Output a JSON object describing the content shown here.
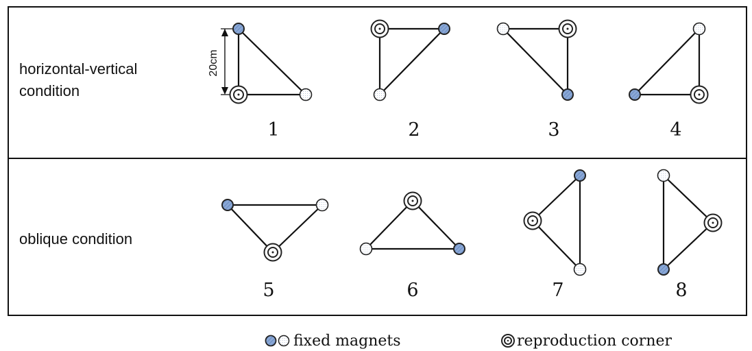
{
  "conditions": [
    {
      "label_lines": [
        "horizontal-vertical",
        "condition"
      ],
      "examples": [
        {
          "number": "1",
          "corners": [
            "blue",
            "white",
            "repro"
          ],
          "dimension_label": "20cm"
        },
        {
          "number": "2",
          "corners": [
            "repro",
            "blue",
            "white"
          ]
        },
        {
          "number": "3",
          "corners": [
            "white",
            "repro",
            "blue"
          ]
        },
        {
          "number": "4",
          "corners": [
            "white",
            "blue",
            "repro"
          ]
        }
      ]
    },
    {
      "label_lines": [
        "oblique condition"
      ],
      "examples": [
        {
          "number": "5",
          "corners": [
            "blue",
            "white",
            "repro"
          ]
        },
        {
          "number": "6",
          "corners": [
            "repro",
            "white",
            "blue"
          ]
        },
        {
          "number": "7",
          "corners": [
            "blue",
            "repro",
            "white"
          ]
        },
        {
          "number": "8",
          "corners": [
            "white",
            "repro",
            "blue"
          ]
        }
      ]
    }
  ],
  "legend": {
    "magnets_label": "fixed magnets",
    "repro_label": "reproduction corner"
  },
  "colors": {
    "blue_magnet": "#8aa8d6",
    "white_magnet": "#ffffff",
    "line": "#111111"
  }
}
